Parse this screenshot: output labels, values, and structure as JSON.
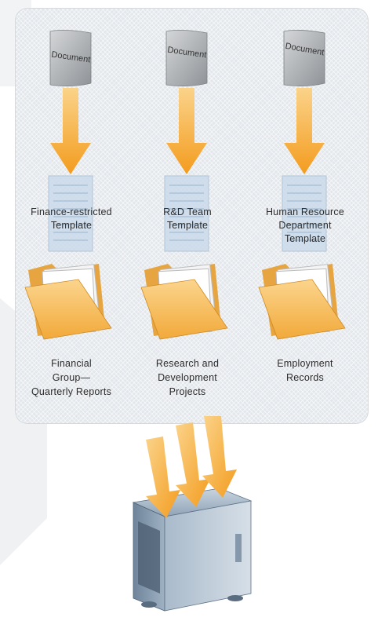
{
  "columns": [
    {
      "document_label": "Document",
      "template_label": "Finance-restricted\nTemplate",
      "group_label": "Financial\nGroup—\nQuarterly Reports"
    },
    {
      "document_label": "Document",
      "template_label": "R&D Team\nTemplate",
      "group_label": "Research and\nDevelopment\nProjects"
    },
    {
      "document_label": "Document",
      "template_label": "Human Resource\nDepartment\nTemplate",
      "group_label": "Employment\nRecords"
    }
  ],
  "colors": {
    "arrow": "#f5a623",
    "folder": "#f7c061",
    "document": "#a9acb0",
    "template": "#b8cfe6",
    "server": "#7d93a8"
  }
}
